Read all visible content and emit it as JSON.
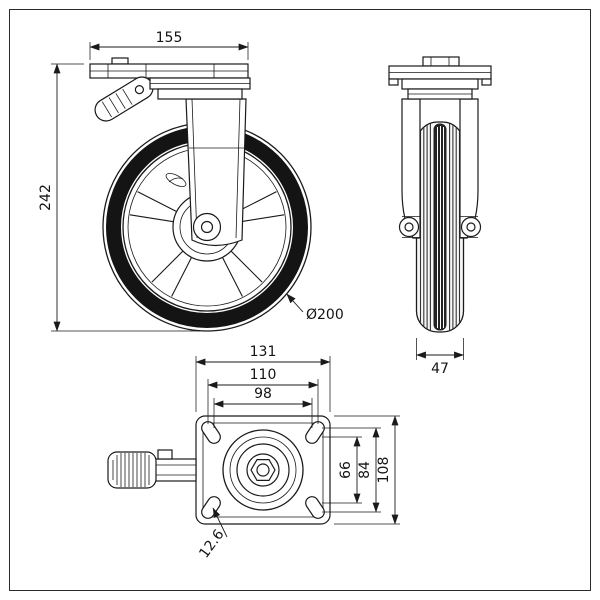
{
  "dimensions": {
    "side": {
      "plate_length": "155",
      "overall_height": "242",
      "wheel_diameter": "Ø200"
    },
    "front": {
      "wheel_width": "47"
    },
    "top": {
      "plate_width": "131",
      "bolt_pattern_width_outer": "110",
      "bolt_pattern_width_inner": "98",
      "bolt_pattern_height_inner": "66",
      "bolt_pattern_height_outer": "84",
      "plate_depth": "108",
      "bolt_hole_diameter": "12.6"
    }
  },
  "colors": {
    "line": "#1a1a1a",
    "tire": "#141414",
    "background": "#ffffff"
  }
}
